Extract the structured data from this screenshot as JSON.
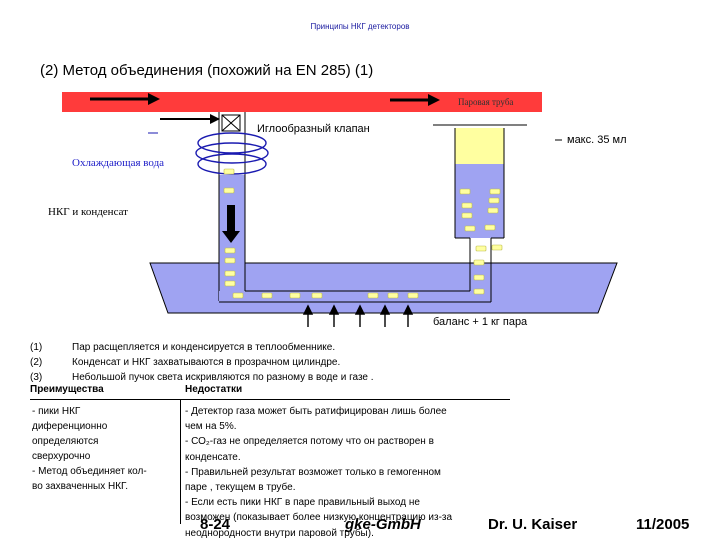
{
  "header": "Принципы НКГ детекторов",
  "title": "(2) Метод объединения (похожий на EN 285) (1)",
  "diagram": {
    "steam_pipe_label": "Паровая труба",
    "needle_valve_label": "Иглообразный клапан",
    "cooling_water_label": "Охлаждающая вода",
    "ncg_condensate_label": "НКГ и конденсат",
    "max_label": "макс. 35 мл",
    "balance_label": "баланс + 1 кг пара",
    "colors": {
      "pipe": "#ff3b3b",
      "water": "#9fa3f2",
      "foam": "#ffffa0",
      "arrow": "#000000"
    }
  },
  "notes": [
    {
      "num": "(1)",
      "text": "Пар расщепляется и конденсируется в теплообменнике."
    },
    {
      "num": "(2)",
      "text": "Конденсат и НКГ захватываются в прозрачном цилиндре."
    },
    {
      "num": "(3)",
      "text": "Небольшой пучок света искривляются по разному в воде и газе ."
    }
  ],
  "table": {
    "advantages_header": "Преимущества",
    "disadvantages_header": "Недостатки",
    "advantages": [
      "- пики НКГ",
      "диференционно",
      "определяются",
      "сверхурочно",
      "- Метод объединяет кол-",
      "во захваченных НКГ."
    ],
    "disadvantages": [
      "- Детектор газа может быть ратифицирован лишь более",
      "чем на  5%.",
      "- СО₂-газ не определяется потому что он растворен в",
      "конденсате.",
      "-  Правильней результат возможет только в гемогенном",
      "паре , текущем в трубе.",
      "- Если есть пики НКГ в паре правильный выход не",
      "возможен (показывает более низкую концентрацию из-за",
      "неоднородности внутри паровой трубы)."
    ]
  },
  "footer": {
    "page": "8-24",
    "company": "gke-GmbH",
    "author": "Dr. U. Kaiser",
    "date": "11/2005"
  }
}
